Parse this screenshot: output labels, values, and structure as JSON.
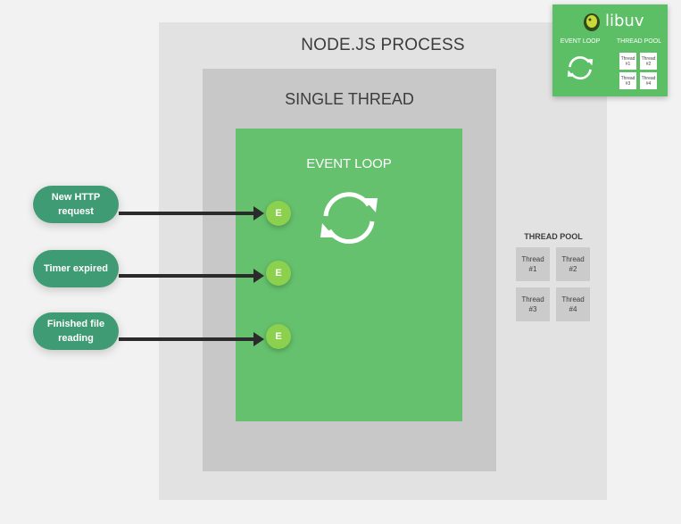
{
  "process": {
    "title": "NODE.JS PROCESS"
  },
  "thread": {
    "title": "SINGLE THREAD"
  },
  "event_loop": {
    "title": "EVENT LOOP",
    "icon": "cycle-arrows-icon"
  },
  "events": [
    {
      "label": "New HTTP\nrequest",
      "marker": "E"
    },
    {
      "label": "Timer expired",
      "marker": "E"
    },
    {
      "label": "Finished file\nreading",
      "marker": "E"
    }
  ],
  "thread_pool": {
    "title": "THREAD POOL",
    "threads": [
      "Thread\n#1",
      "Thread\n#2",
      "Thread\n#3",
      "Thread\n#4"
    ]
  },
  "libuv": {
    "name": "libuv",
    "logo": "libuv-dinosaur-logo",
    "event_loop_label": "EVENT LOOP",
    "thread_pool_label": "THREAD POOL",
    "threads": [
      "Thread\n#1",
      "Thread\n#2",
      "Thread\n#3",
      "Thread\n#4"
    ]
  },
  "colors": {
    "process_bg": "#e2e2e2",
    "thread_bg": "#c8c8c8",
    "event_loop_green": "#65c16d",
    "pill_green": "#3f9b73",
    "event_marker_green": "#8cd14e",
    "arrow": "#2b2b2b"
  }
}
